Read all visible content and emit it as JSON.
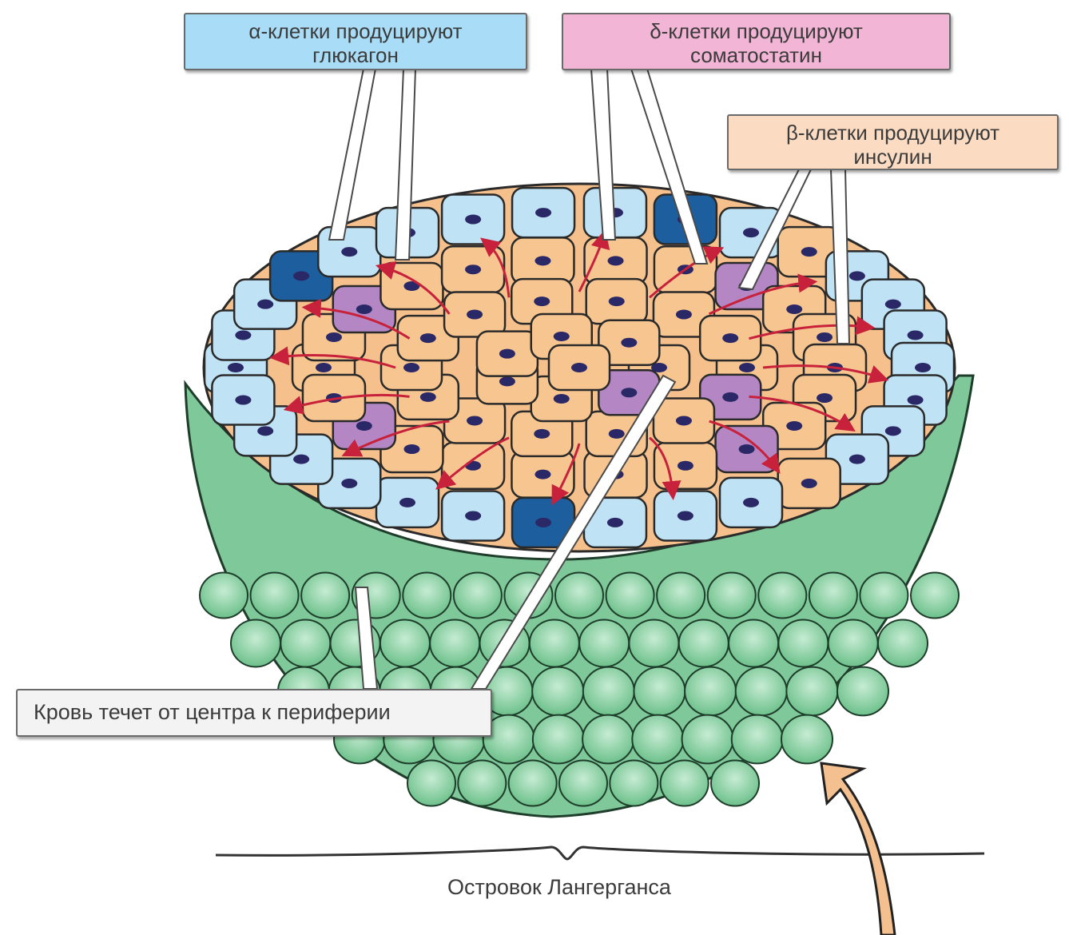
{
  "labels": {
    "alpha": {
      "line1": "α-клетки продуцируют",
      "line2": "глюкагон"
    },
    "delta": {
      "line1": "δ-клетки продуцируют",
      "line2": "соматостатин"
    },
    "beta": {
      "line1": "β-клетки продуцируют",
      "line2": "инсулин"
    },
    "blood_flow": "Кровь течет от центра к периферии",
    "islet": "Островок Лангерганса"
  },
  "colors": {
    "alpha_cell": "#bfe3f5",
    "alpha_cell_dark": "#1d5f9e",
    "beta_cell": "#f7c58f",
    "delta_cell": "#b487c4",
    "exocrine_tissue": "#8fd1a8",
    "nucleus": "#2a2866",
    "blood_arrow": "#c8213b",
    "big_arrow": "#f5c08f"
  }
}
